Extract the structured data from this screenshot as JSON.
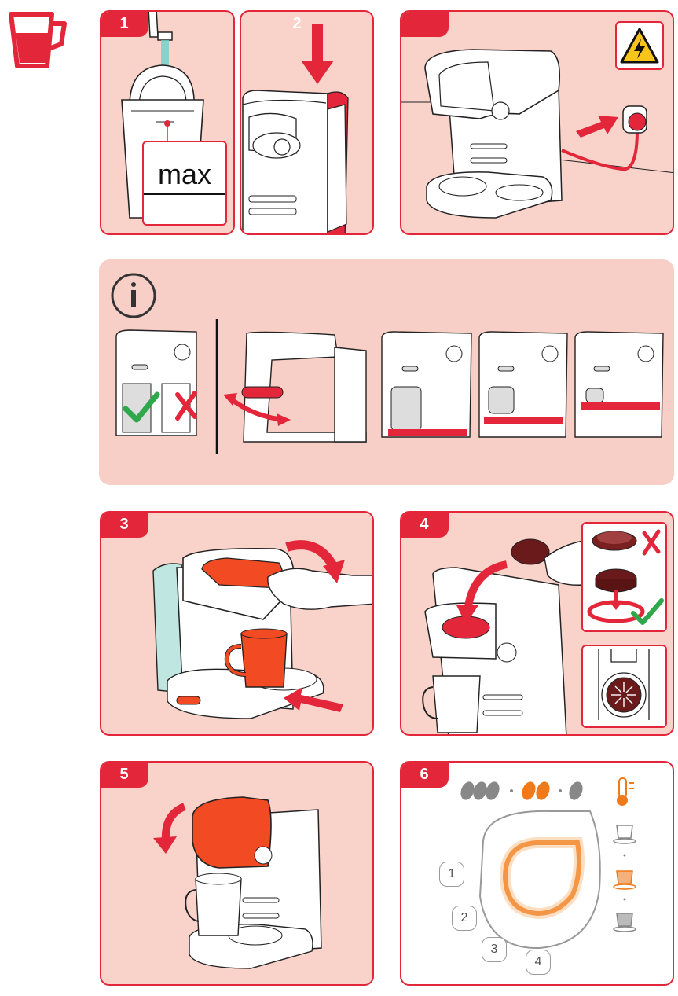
{
  "step_labels": [
    "1",
    "2",
    "3",
    "4",
    "5",
    "6"
  ],
  "max_label": "max",
  "brew_buttons": [
    "1",
    "2",
    "3",
    "4"
  ],
  "icons": {
    "header": "cup-icon",
    "warning": "electric-warning-icon",
    "info": "info-icon",
    "check": "check-icon",
    "cross": "cross-icon",
    "thermometer": "thermometer-icon",
    "beans": "coffee-bean-icon"
  },
  "colors": {
    "accent": "#e3263a",
    "panel_bg": "#f9d2ca",
    "orange": "#f07a1a",
    "check_green": "#2ea84a"
  }
}
